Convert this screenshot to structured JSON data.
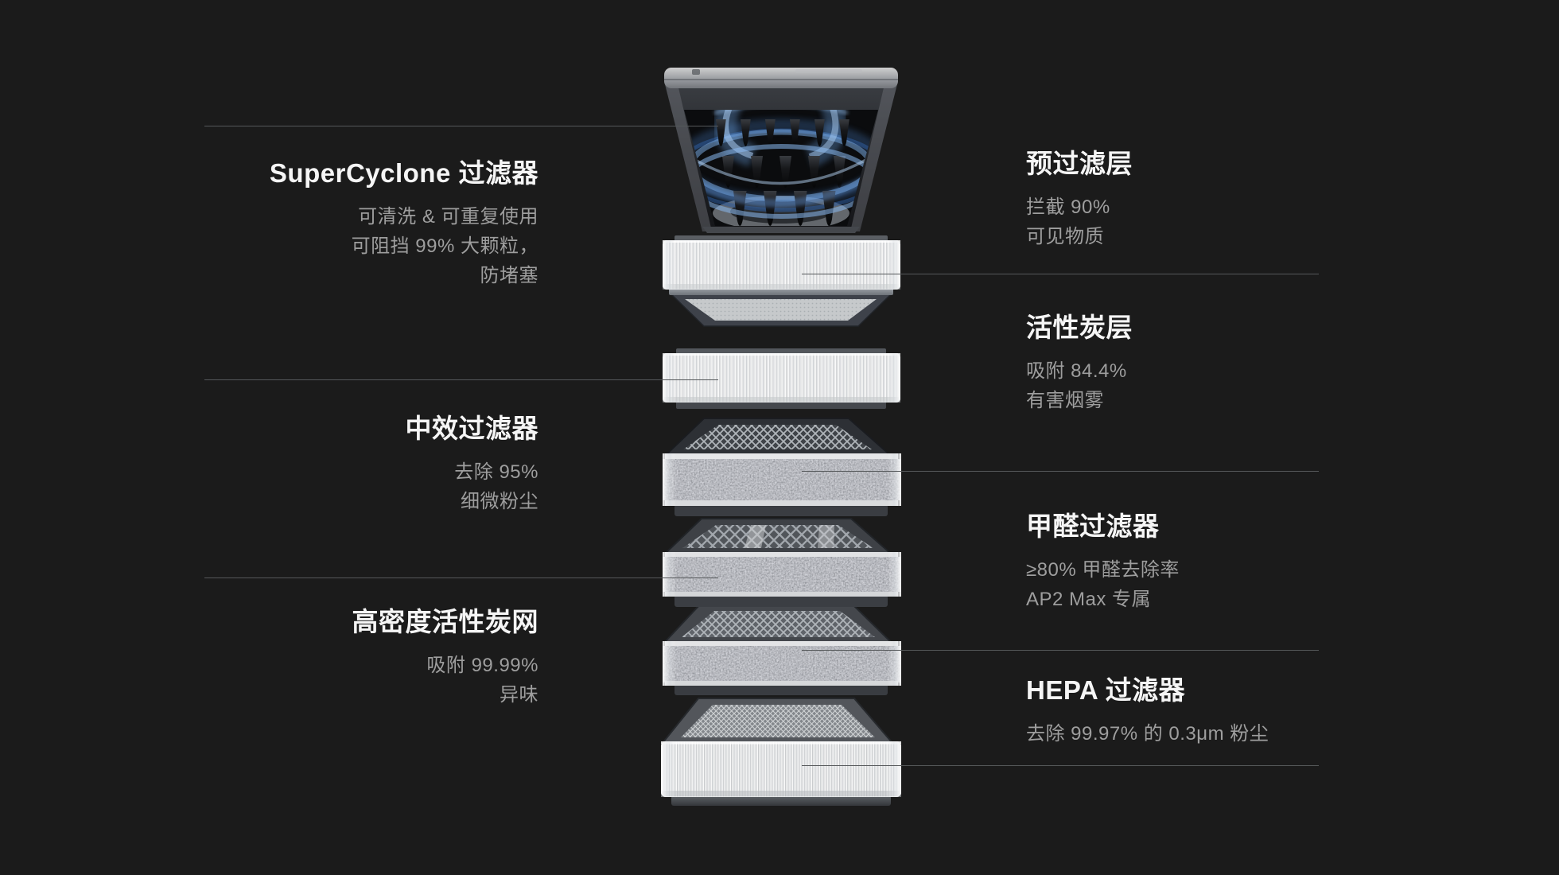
{
  "background": "#1b1b1b",
  "colors": {
    "callout_line": "#55585a",
    "title_text": "#f5f5f5",
    "subtitle_text": "#9e9e9e",
    "airflow_blue": "#6ea6e6",
    "carbon_gray": "#4e5155",
    "filter_white": "#efefef"
  },
  "left_labels": [
    {
      "title": "SuperCyclone 过滤器",
      "lines": [
        "可清洗 & 可重复使用",
        "可阻挡 99% 大颗粒，",
        "防堵塞"
      ]
    },
    {
      "title": "中效过滤器",
      "lines": [
        "去除 95%",
        "细微粉尘"
      ]
    },
    {
      "title": "高密度活性炭网",
      "lines": [
        "吸附 99.99%",
        "异味"
      ]
    }
  ],
  "right_labels": [
    {
      "title": "预过滤层",
      "lines": [
        "拦截 90%",
        "可见物质"
      ]
    },
    {
      "title": "活性炭层",
      "lines": [
        "吸附 84.4%",
        "有害烟雾"
      ]
    },
    {
      "title": "甲醛过滤器",
      "lines": [
        "≥80% 甲醛去除率",
        "AP2 Max 专属"
      ]
    },
    {
      "title": "HEPA 过滤器",
      "lines": [
        "去除 99.97% 的 0.3μm 粉尘"
      ]
    }
  ],
  "diagram": {
    "description_order_top_to_bottom": [
      "SuperCyclone 过滤器",
      "预过滤层",
      "中效过滤器",
      "活性炭层",
      "高密度活性炭网",
      "甲醛过滤器",
      "HEPA 过滤器"
    ]
  }
}
